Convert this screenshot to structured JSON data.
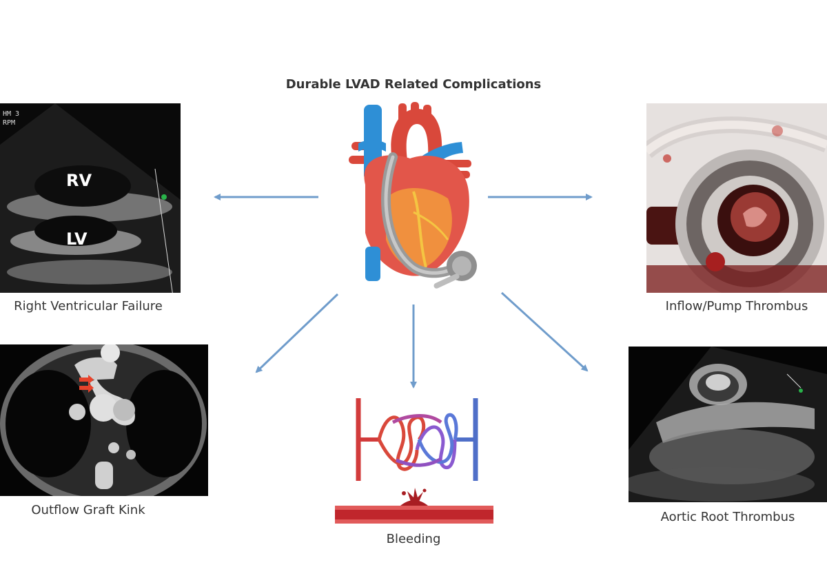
{
  "title": "Durable LVAD Related Complications",
  "panels": {
    "rv_failure": {
      "caption": "Right Ventricular Failure",
      "overlay": [
        "HM 3",
        "RPM"
      ],
      "labels": [
        "RV",
        "LV"
      ]
    },
    "pump_thrombus": {
      "caption": "Inflow/Pump Thrombus"
    },
    "outflow_kink": {
      "caption": "Outflow Graft Kink"
    },
    "bleeding": {
      "caption": "Bleeding"
    },
    "aortic_root": {
      "caption": "Aortic Root Thrombus"
    }
  },
  "colors": {
    "arrow": "#6f9ccb",
    "artery": "#d9483b",
    "vein": "#2e8fd6",
    "device": "#9a9a9a",
    "marker": "#e8432b",
    "blood": "#a81d22"
  },
  "icons": [
    "heart-with-lvad-icon",
    "capillary-bed-icon",
    "bleeding-vessel-icon"
  ]
}
